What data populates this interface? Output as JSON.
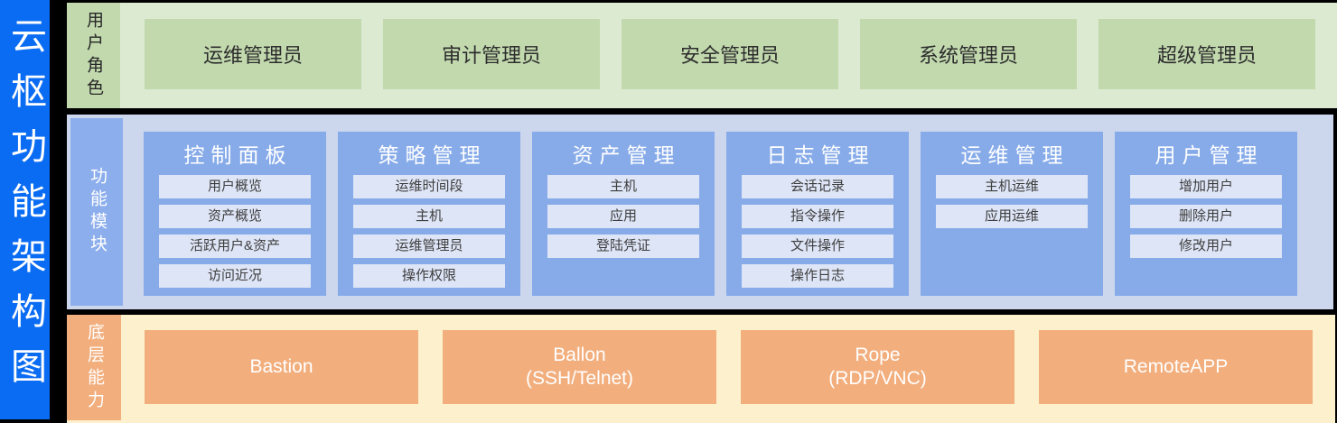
{
  "title": "云枢功能架构图",
  "colors": {
    "title-bar-blue": "#0a6cf3",
    "roles-bg": "#dcead2",
    "roles-green": "#c2d9ae",
    "modules-bg": "#ccd6ed",
    "modules-blue": "#87abe9",
    "modules-label-blue": "#8caeec",
    "module-item-bg": "#dee5f6",
    "cap-bg": "#fdf1cd",
    "cap-orange": "#f2ae7d"
  },
  "roles_band": {
    "label": "用户角色",
    "items": [
      "运维管理员",
      "审计管理员",
      "安全管理员",
      "系统管理员",
      "超级管理员"
    ]
  },
  "modules_band": {
    "label": "功能模块",
    "modules": [
      {
        "title": "控制面板",
        "items": [
          "用户概览",
          "资产概览",
          "活跃用户&资产",
          "访问近况"
        ]
      },
      {
        "title": "策略管理",
        "items": [
          "运维时间段",
          "主机",
          "运维管理员",
          "操作权限"
        ]
      },
      {
        "title": "资产管理",
        "items": [
          "主机",
          "应用",
          "登陆凭证"
        ]
      },
      {
        "title": "日志管理",
        "items": [
          "会话记录",
          "指令操作",
          "文件操作",
          "操作日志"
        ]
      },
      {
        "title": "运维管理",
        "items": [
          "主机运维",
          "应用运维"
        ]
      },
      {
        "title": "用户管理",
        "items": [
          "增加用户",
          "删除用户",
          "修改用户"
        ]
      }
    ]
  },
  "capabilities_band": {
    "label": "底层能力",
    "items": [
      {
        "line1": "Bastion",
        "line2": ""
      },
      {
        "line1": "Ballon",
        "line2": "(SSH/Telnet)"
      },
      {
        "line1": "Rope",
        "line2": "(RDP/VNC)"
      },
      {
        "line1": "RemoteAPP",
        "line2": ""
      }
    ]
  }
}
